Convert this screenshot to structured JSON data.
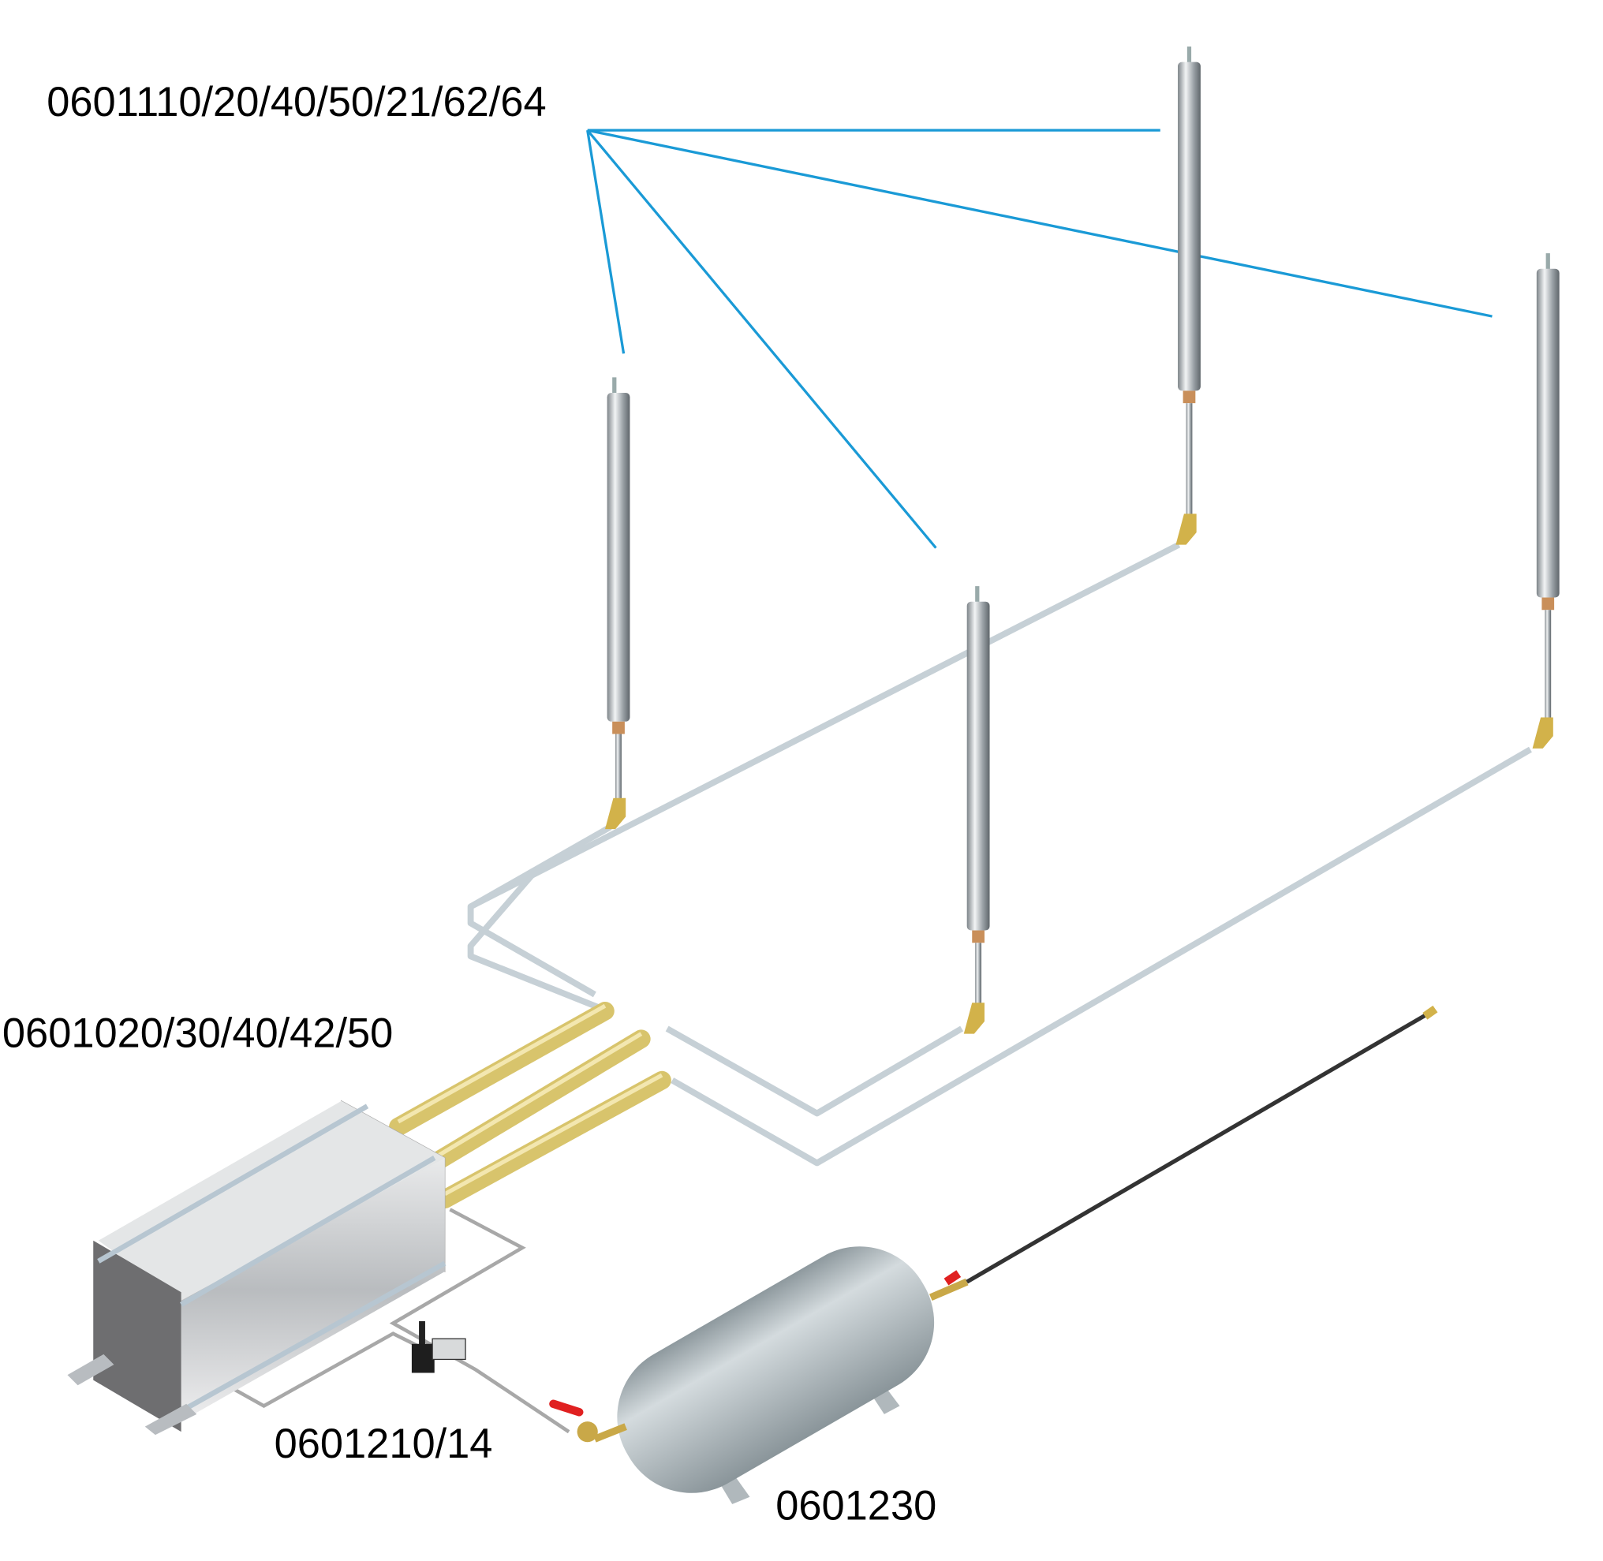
{
  "labels": {
    "gas_springs": "0601110/20/40/50/21/62/64",
    "boosters": "0601020/30/40/42/50",
    "regulator": "0601210/14",
    "tank": "0601230"
  },
  "colors": {
    "leader_line": "#1a9ad6",
    "pipe": "#c9d3d9",
    "brass": "#d9c36a",
    "tank": "#b7c2c7",
    "valve": "#e02020",
    "hose": "#333333"
  }
}
